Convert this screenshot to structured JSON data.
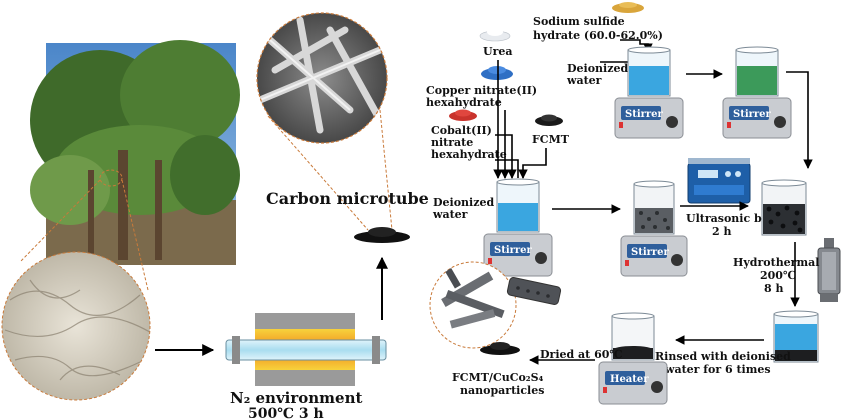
{
  "labels": {
    "carbon_microtube": "Carbon microtube",
    "n2_environment": "N₂ environment",
    "temp_time": "500℃  3 h",
    "urea": "Urea",
    "copper_1": "Copper nitrate(II)",
    "copper_2": "hexahydrate",
    "cobalt_1": "Cobalt(II)",
    "cobalt_2": "nitrate",
    "cobalt_3": "hexahydrate",
    "fcmt": "FCMT",
    "sodium_1": "Sodium sulfide",
    "sodium_2": "hydrate (60.0-62.0%)",
    "deionized_1a": "Deionized",
    "deionized_1b": "water",
    "deionized_2a": "Deionized",
    "deionized_2b": "water",
    "ultrasonic_1": "Ultrasonic bath",
    "ultrasonic_2": "2 h",
    "hydro_1": "Hydrothermal",
    "hydro_2": "200℃",
    "hydro_3": "8 h",
    "rinsed_1": "Rinsed with deionised",
    "rinsed_2": "water for 6 times",
    "dried": "Dried at 60℃",
    "product_1": "FCMT/CuCo₂S₄",
    "product_2": "nanoparticles",
    "stirrer": "Stirrer",
    "heater": "Heater"
  },
  "colors": {
    "blue_water": "#3aa6e0",
    "green_liquid": "#3c9a5a",
    "arrow": "#000000",
    "furnace_core": "#f0a81e",
    "stirrer_base": "#c9ccd1",
    "stirrer_panel": "#2f5f9c"
  }
}
